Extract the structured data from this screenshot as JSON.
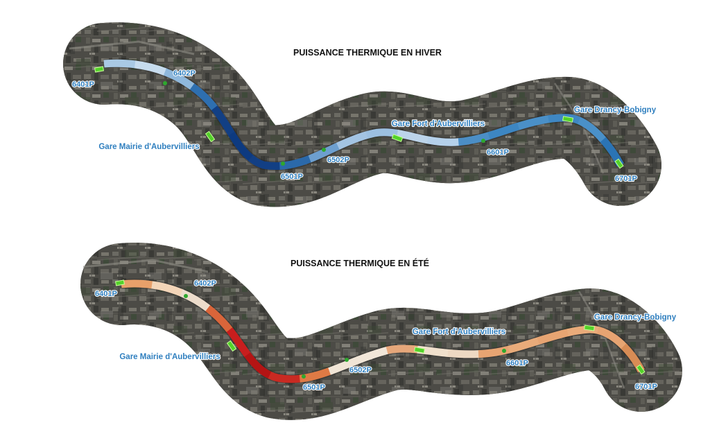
{
  "maps": [
    {
      "id": "hiver",
      "title": "PUISSANCE THERMIQUE EN HIVER",
      "stations": [
        "Gare Mairie d'Aubervilliers",
        "Gare Fort d'Aubervilliers",
        "Gare Drancy-Bobigny"
      ],
      "points": [
        "6401P",
        "6402P",
        "6501P",
        "6502P",
        "6601P",
        "6701P"
      ],
      "segment_colors": [
        "#a9c9e4",
        "#c7dcee",
        "#8fb8dc",
        "#2e6fb0",
        "#123f84",
        "#0d3a80",
        "#123f84",
        "#2b69aa",
        "#6d9fcf",
        "#a3c4e3",
        "#9cc0e1",
        "#bcd4ea",
        "#b5d1eb",
        "#4b8ec6",
        "#3d86c2",
        "#4a90c8",
        "#3f87c3",
        "#4a90c8",
        "#2b74b5"
      ]
    },
    {
      "id": "ete",
      "title": "PUISSANCE THERMIQUE EN ÉTÉ",
      "stations": [
        "Gare Mairie d'Aubervilliers",
        "Gare Fort d'Aubervilliers",
        "Gare Drancy-Bobigny"
      ],
      "points": [
        "6401P",
        "6402P",
        "6501P",
        "6502P",
        "6601P",
        "6701P"
      ],
      "segment_colors": [
        "#e8a06a",
        "#f3d5b8",
        "#ecdccb",
        "#d9653a",
        "#c81e1e",
        "#b41414",
        "#c92a22",
        "#df7a45",
        "#f0e5d6",
        "#f1e6d8",
        "#e6a77a",
        "#f0e0cc",
        "#edd9c3",
        "#e7a472",
        "#e9ab7a",
        "#e7a472",
        "#e9ab7a",
        "#e7a472",
        "#d88c55"
      ]
    }
  ],
  "colors": {
    "aerial_background": "#4a4a45",
    "label_blue": "#2f7fbf",
    "station_marker": "#53d12a",
    "point_marker": "#2ea82e"
  }
}
